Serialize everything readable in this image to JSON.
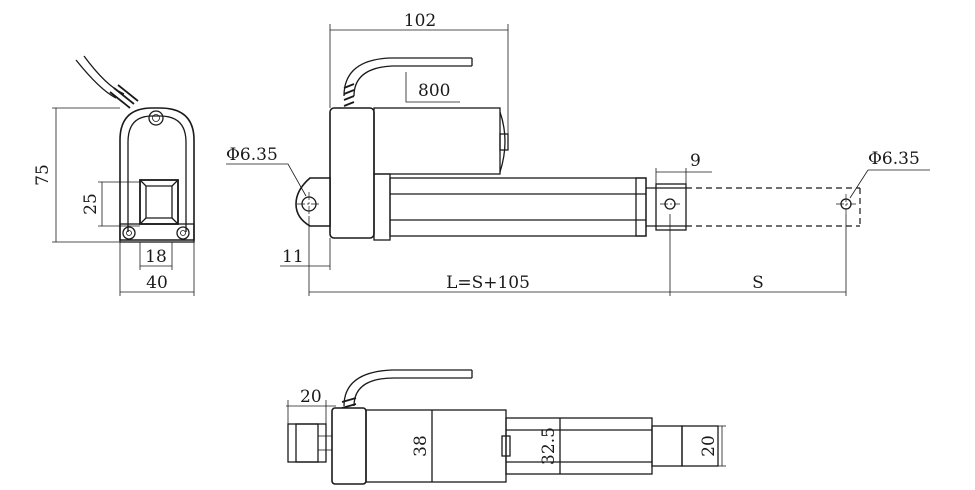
{
  "colors": {
    "ink": "#1a1a1a",
    "paper": "#ffffff"
  },
  "end_view": {
    "height": "75",
    "bracket_slot": "25",
    "hole_spacing": "18",
    "width": "40"
  },
  "side_view": {
    "overall_top": "102",
    "cable_length": "800",
    "rear_hole_dia": "Φ6.35",
    "front_hole_dia": "Φ6.35",
    "rod_end_offset": "9",
    "rear_offset": "11",
    "retracted_length": "L=S+105",
    "stroke": "S"
  },
  "top_view": {
    "clevis_width": "20",
    "motor_dia": "38",
    "tube_width": "32.5",
    "rod_width": "20"
  }
}
